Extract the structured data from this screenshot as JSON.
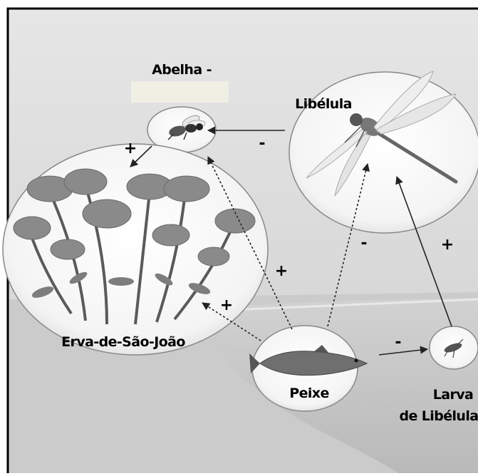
{
  "diagram": {
    "nodes": {
      "bee": {
        "label": "Abelha -"
      },
      "dragonfly": {
        "label": "Libélula"
      },
      "plant": {
        "label": "Erva-de-São-João"
      },
      "fish": {
        "label": "Peixe"
      },
      "larva": {
        "label_line1": "Larva",
        "label_line2": "de Libélula"
      }
    },
    "signs": {
      "plant_to_bee": "+",
      "dragonfly_to_bee": "-",
      "fish_to_bee": "+",
      "fish_to_plant": "+",
      "fish_to_dragonfly": "-",
      "larva_to_dragonfly": "+",
      "fish_to_larva": "-"
    },
    "colors": {
      "sky": "#d9d9d9",
      "water": "#c4c4c4",
      "sand": "#c9c9c9",
      "answer_box": "#efefe4",
      "frame": "#000000"
    }
  }
}
